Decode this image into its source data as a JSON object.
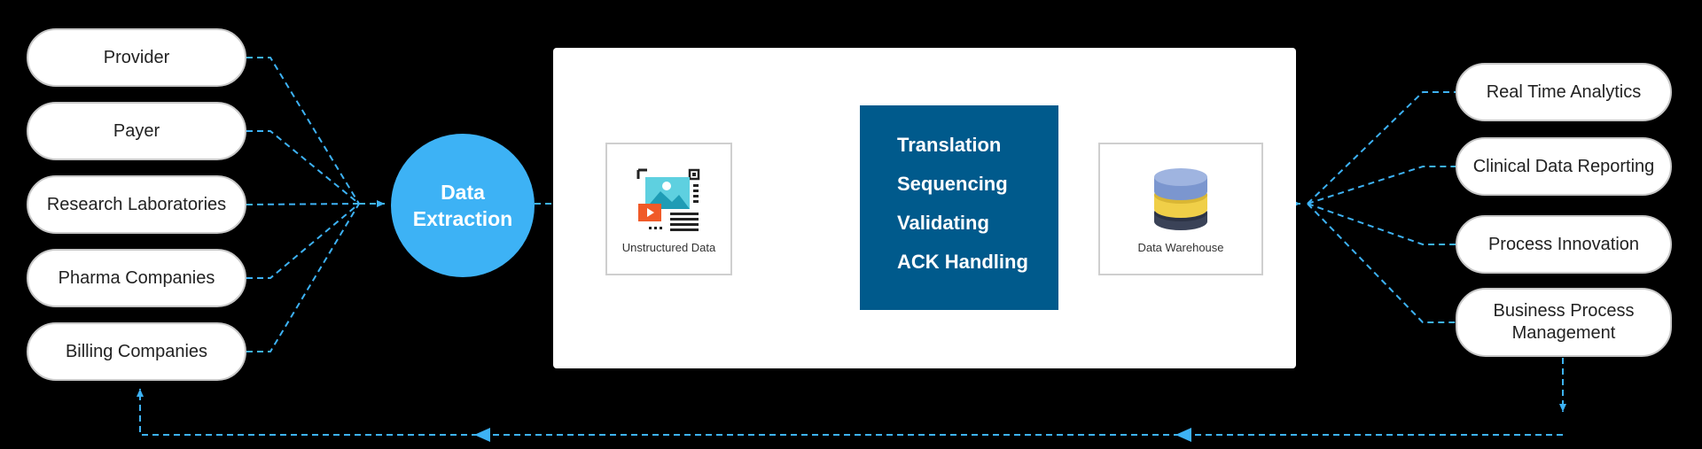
{
  "sources": [
    {
      "label": "Provider"
    },
    {
      "label": "Payer"
    },
    {
      "label": "Research Laboratories"
    },
    {
      "label": "Pharma Companies"
    },
    {
      "label": "Billing Companies"
    }
  ],
  "hub": {
    "line1": "Data",
    "line2": "Extraction"
  },
  "pipeline": {
    "unstructured_label": "Unstructured Data",
    "steps": [
      "Translation",
      "Sequencing",
      "Validating",
      "ACK Handling"
    ],
    "warehouse_label": "Data Warehouse"
  },
  "outputs": [
    {
      "label": "Real Time Analytics"
    },
    {
      "label": "Clinical Data Reporting"
    },
    {
      "label": "Process Innovation"
    },
    {
      "label": "Business Process Management"
    }
  ],
  "colors": {
    "background": "#000000",
    "connector": "#3db2f5",
    "hub": "#3db2f5",
    "process_block": "#005a8c",
    "db_top": "#7b96cf",
    "db_middle": "#f0cf48",
    "db_bottom": "#3a4257"
  },
  "icons": {
    "unstructured": "unstructured-data-icon",
    "warehouse": "database-icon"
  }
}
